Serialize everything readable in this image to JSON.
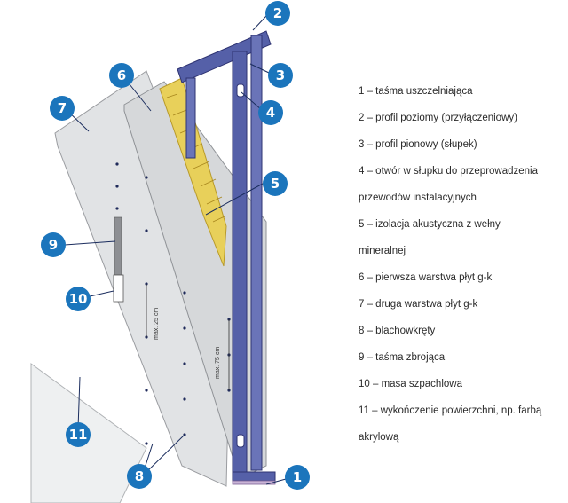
{
  "dimensions": {
    "label_25": "max. 25 cm",
    "label_75": "max. 75 cm"
  },
  "callouts": [
    {
      "num": "1"
    },
    {
      "num": "2"
    },
    {
      "num": "3"
    },
    {
      "num": "4"
    },
    {
      "num": "5"
    },
    {
      "num": "6"
    },
    {
      "num": "7"
    },
    {
      "num": "8"
    },
    {
      "num": "9"
    },
    {
      "num": "10"
    },
    {
      "num": "11"
    }
  ],
  "legend": [
    {
      "text": "1 – taśma uszczelniająca"
    },
    {
      "text": "2 – profil poziomy (przyłączeniowy)"
    },
    {
      "text": "3 – profil pionowy (słupek)"
    },
    {
      "text": "4 – otwór w słupku do przeprowadzenia"
    },
    {
      "text": "przewodów instalacyjnych"
    },
    {
      "text": "5 – izolacja akustyczna z wełny"
    },
    {
      "text": "mineralnej"
    },
    {
      "text": "6 – pierwsza warstwa płyt g-k"
    },
    {
      "text": "7 – druga warstwa płyt g-k"
    },
    {
      "text": "8 – blachowkręty"
    },
    {
      "text": "9 – taśma zbrojąca"
    },
    {
      "text": "10 – masa szpachlowa"
    },
    {
      "text": "11 – wykończenie powierzchni, np. farbą"
    },
    {
      "text": "akrylową"
    }
  ],
  "colors": {
    "callout": "#1b75bc",
    "steel": "#5560a8",
    "steel_dark": "#2e3372",
    "wool": "#e8d05a",
    "board": "#e2e4e6",
    "board_edge": "#9a9ca0"
  }
}
